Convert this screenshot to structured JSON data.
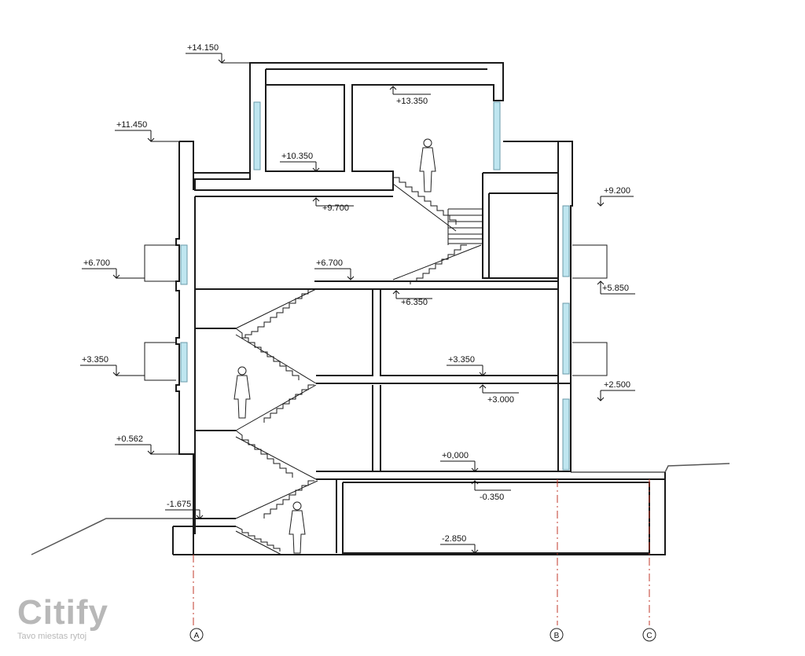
{
  "drawing": {
    "elevations": [
      {
        "id": "e14150",
        "text": "+14.150"
      },
      {
        "id": "e13350",
        "text": "+13.350"
      },
      {
        "id": "e11450",
        "text": "+11.450"
      },
      {
        "id": "e10350",
        "text": "+10.350"
      },
      {
        "id": "e9700",
        "text": "+9.700"
      },
      {
        "id": "e9200",
        "text": "+9.200"
      },
      {
        "id": "e6700l",
        "text": "+6.700"
      },
      {
        "id": "e6700c",
        "text": "+6.700"
      },
      {
        "id": "e6350",
        "text": "+6.350"
      },
      {
        "id": "e5850",
        "text": "+5.850"
      },
      {
        "id": "e3350l",
        "text": "+3.350"
      },
      {
        "id": "e3350c",
        "text": "+3.350"
      },
      {
        "id": "e3000",
        "text": "+3.000"
      },
      {
        "id": "e2500",
        "text": "+2.500"
      },
      {
        "id": "e0562",
        "text": "+0.562"
      },
      {
        "id": "e0000",
        "text": "+0,000"
      },
      {
        "id": "em0350",
        "text": "-0.350"
      },
      {
        "id": "em1675",
        "text": "-1.675"
      },
      {
        "id": "em2850",
        "text": "-2.850"
      }
    ],
    "axes": [
      {
        "id": "axis-a",
        "label": "A"
      },
      {
        "id": "axis-b",
        "label": "B"
      },
      {
        "id": "axis-c",
        "label": "C"
      }
    ],
    "colors": {
      "axis": "#c0392b",
      "glass": "#bfe6f0",
      "logo": "#b8b8b8"
    }
  },
  "logo": {
    "brand": "Citify",
    "tagline": "Tavo miestas rytoj"
  }
}
